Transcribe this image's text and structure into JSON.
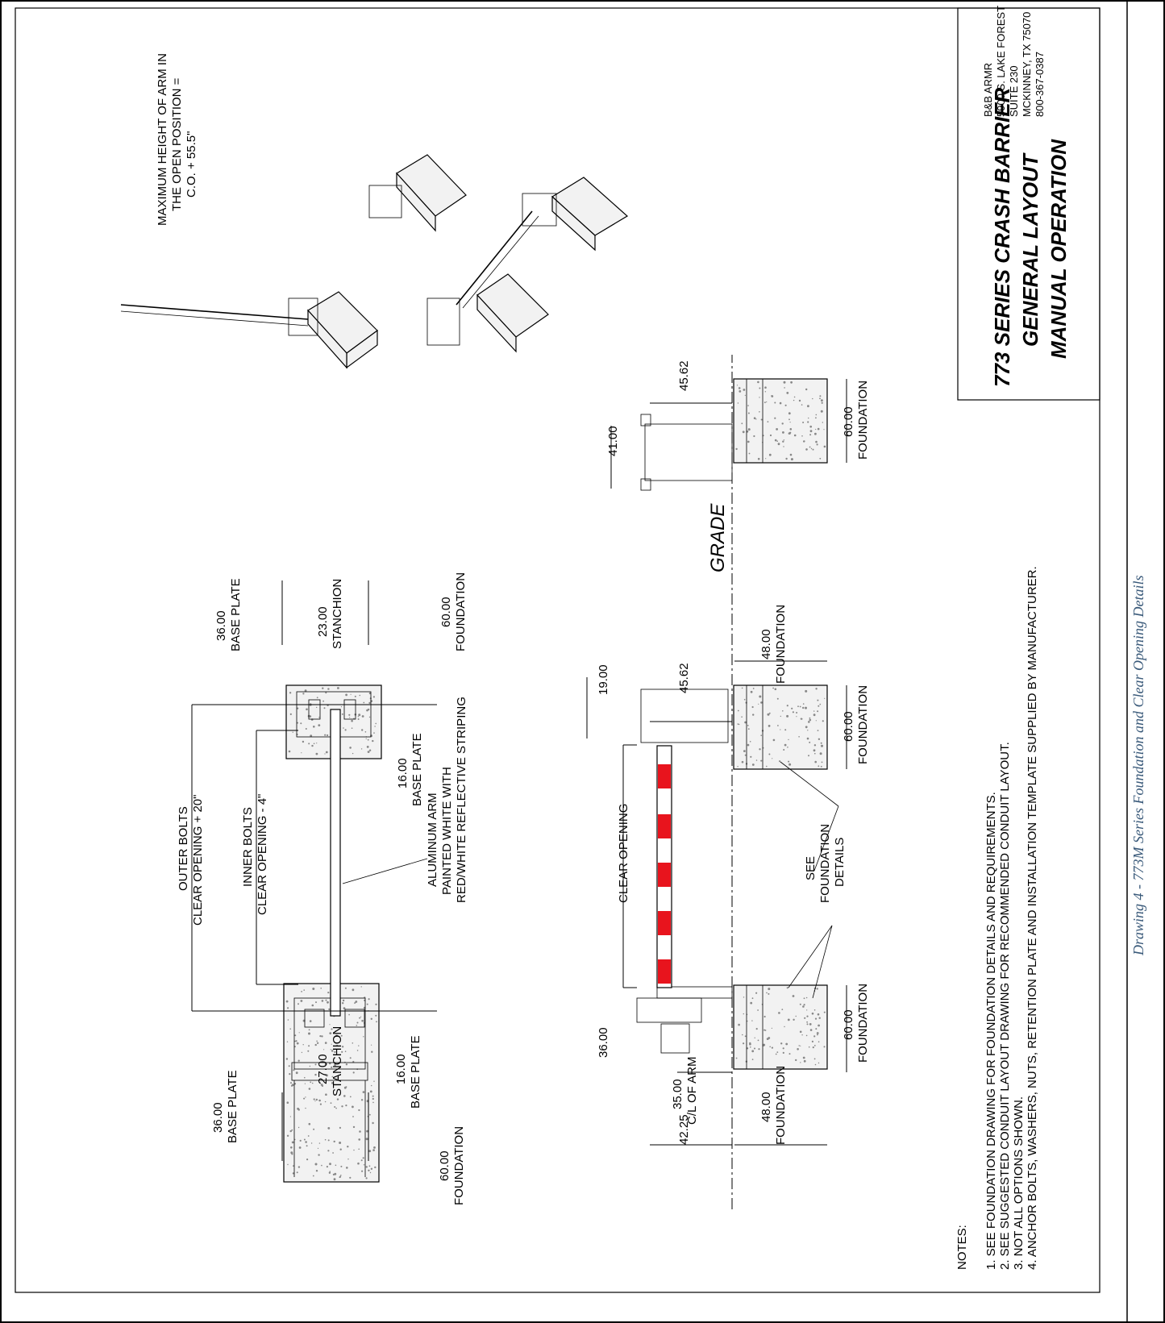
{
  "notes": {
    "heading": "NOTES:",
    "items": [
      "1. SEE FOUNDATION DRAWING FOR FOUNDATION DETAILS AND REQUIREMENTS.",
      "2. SEE SUGGESTED CONDUIT LAYOUT DRAWING FOR RECOMMENDED CONDUIT LAYOUT.",
      "3. NOT ALL OPTIONS SHOWN.",
      "4. ANCHOR BOLTS, WASHERS, NUTS, RETENTION PLATE AND INSTALLATION TEMPLATE SUPPLIED BY MANUFACTURER."
    ]
  },
  "title_block": {
    "line1": "773 SERIES CRASH BARRIER",
    "line2": "GENERAL LAYOUT",
    "line3": "MANUAL OPERATION",
    "company": [
      "B&B ARMR",
      "5900 S. LAKE FOREST",
      "SUITE 230",
      "MCKINNEY, TX 75070",
      "800-367-0387"
    ]
  },
  "caption": "Drawing 4 - 773M Series Foundation and Clear Opening Details",
  "open_arm_note": [
    "MAXIMUM HEIGHT OF ARM IN",
    "THE OPEN POSITION =",
    "C.O. + 55.5\""
  ],
  "plan_view": {
    "left_base_plate": [
      "36.00",
      "BASE PLATE"
    ],
    "left_stanchion": [
      "27.00",
      "STANCHION"
    ],
    "left_base_plate_small": [
      "16.00",
      "BASE PLATE"
    ],
    "left_foundation": [
      "60.00",
      "FOUNDATION"
    ],
    "outer_bolts": [
      "OUTER BOLTS",
      "CLEAR OPENING + 20\""
    ],
    "inner_bolts": [
      "INNER BOLTS",
      "CLEAR OPENING - 4\""
    ],
    "arm_note": [
      "ALUMINUM ARM",
      "PAINTED WHITE WITH",
      "RED/WHITE REFLECTIVE STRIPING"
    ],
    "right_base_plate": [
      "36.00",
      "BASE PLATE"
    ],
    "right_stanchion": [
      "23.00",
      "STANCHION"
    ],
    "right_base_plate_small": [
      "16.00",
      "BASE PLATE"
    ],
    "right_foundation": [
      "60.00",
      "FOUNDATION"
    ]
  },
  "elevation": {
    "dim_36": "36.00",
    "dim_42": "42.25",
    "dim_35": [
      "35.00",
      "C/L OF ARM"
    ],
    "foundation_48_left": [
      "48.00",
      "FOUNDATION"
    ],
    "foundation_60_left": [
      "60.00",
      "FOUNDATION"
    ],
    "clear_opening": "CLEAR OPENING",
    "see_foundation": [
      "SEE",
      "FOUNDATION",
      "DETAILS"
    ],
    "foundation_60_right": [
      "60.00",
      "FOUNDATION"
    ],
    "foundation_48_right": [
      "48.00",
      "FOUNDATION"
    ],
    "dim_19": "19.00",
    "dim_45_right": "45.62",
    "grade": "GRADE",
    "side_41": "41.00",
    "side_45": "45.62",
    "side_foundation": [
      "60.00",
      "FOUNDATION"
    ]
  }
}
